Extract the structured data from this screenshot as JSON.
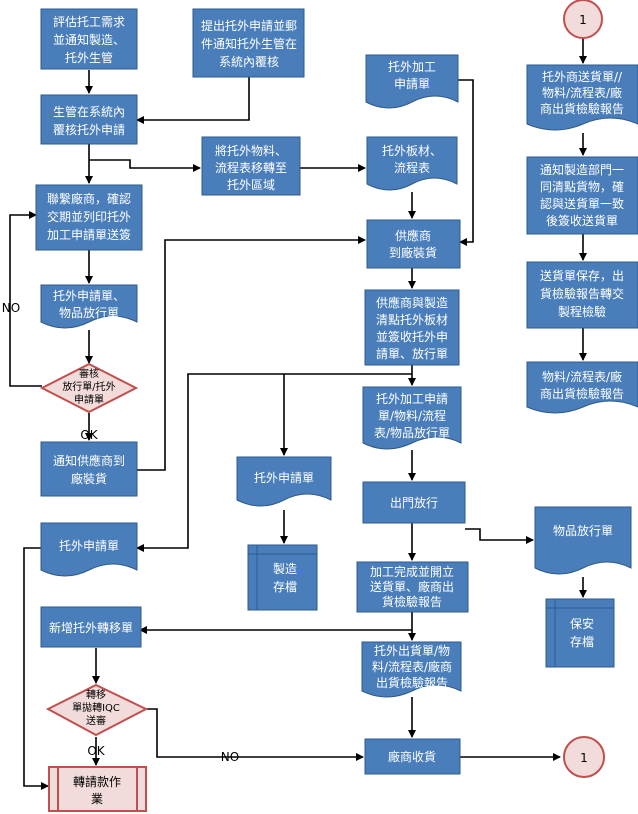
{
  "nodes": {
    "n_eval": [
      "評估托工需求",
      "並通知製造、",
      "托外生管"
    ],
    "n_submit": [
      "提出托外申請並郵",
      "件通知托外生管在",
      "系統內覆核"
    ],
    "n_review": [
      "生管在系統內",
      "覆核托外申請"
    ],
    "n_contact": [
      "聯繫廠商，確認",
      "交期並列印托外",
      "加工申請單送簽"
    ],
    "n_form1": [
      "托外申請單、",
      "物品放行單"
    ],
    "n_approve": [
      "審核",
      "放行單/托外",
      "申請單"
    ],
    "n_notify": [
      "通知供應商到",
      "廠裝貨"
    ],
    "n_form2": [
      "托外申請單"
    ],
    "n_new": [
      "新增托外轉移單"
    ],
    "n_transfer": [
      "轉移",
      "單拋轉IQC",
      "送審"
    ],
    "n_payment": [
      "轉請款作",
      "業"
    ],
    "n_move": [
      "將托外物料、",
      "流程表移轉至",
      "托外區域"
    ],
    "n_apply": [
      "托外加工",
      "申請單"
    ],
    "n_plate": [
      "托外板材、",
      "流程表"
    ],
    "n_load": [
      "供應商",
      "到廠裝貨"
    ],
    "n_check": [
      "供應商與製造",
      "清點托外板材",
      "並簽收托外申",
      "請單、放行單"
    ],
    "n_docs": [
      "托外加工申請",
      "單/物料/流程",
      "表/物品放行單"
    ],
    "n_form3": [
      "托外申請單"
    ],
    "n_mfg": [
      "製造",
      "存檔"
    ],
    "n_exit": [
      "出門放行"
    ],
    "n_release": [
      "物品放行單"
    ],
    "n_guard": [
      "保安",
      "存檔"
    ],
    "n_complete": [
      "加工完成並開立",
      "送貨單、廠商出",
      "貨檢驗報告"
    ],
    "n_shipdocs": [
      "托外出貨單/物",
      "料/流程表/廠商",
      "出貨檢驗報告"
    ],
    "n_receive": [
      "廠商收貨"
    ],
    "n_vendor": [
      "托外商送貨單//",
      "物料/流程表/廠",
      "商出貨檢驗報告"
    ],
    "n_count": [
      "通知製造部門一",
      "同清點貨物，確",
      "認與送貨單一致",
      "後簽收送貨單"
    ],
    "n_keep": [
      "送貨單保存，出",
      "貨檢驗報告轉交",
      "製程檢驗"
    ],
    "n_final": [
      "物料/流程表/廠",
      "商出貨檢驗報告"
    ]
  },
  "connectors": {
    "top": "1",
    "bottom": "1"
  },
  "labels": {
    "no1": "NO",
    "ok1": "OK",
    "no2": "NO",
    "ok2": "OK"
  }
}
